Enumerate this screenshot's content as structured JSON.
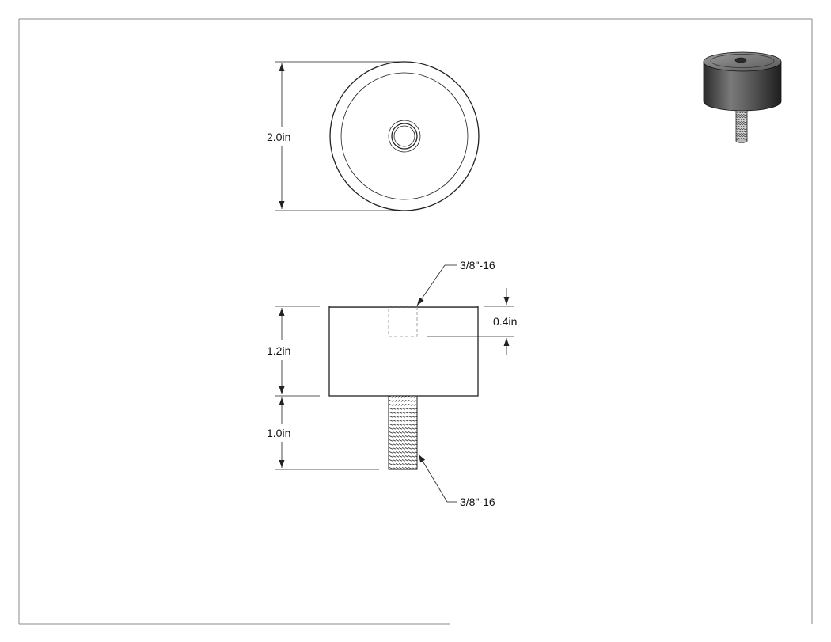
{
  "drawing": {
    "top_view": {
      "diameter_label": "2.0in"
    },
    "side_view": {
      "body_height_label": "1.2in",
      "stud_length_label": "1.0in",
      "tap_depth_label": "0.4in",
      "tap_thread_label": "3/8\"-16",
      "stud_thread_label": "3/8\"-16"
    }
  },
  "icons": {
    "iso_preview": "isometric-part-preview-icon"
  }
}
